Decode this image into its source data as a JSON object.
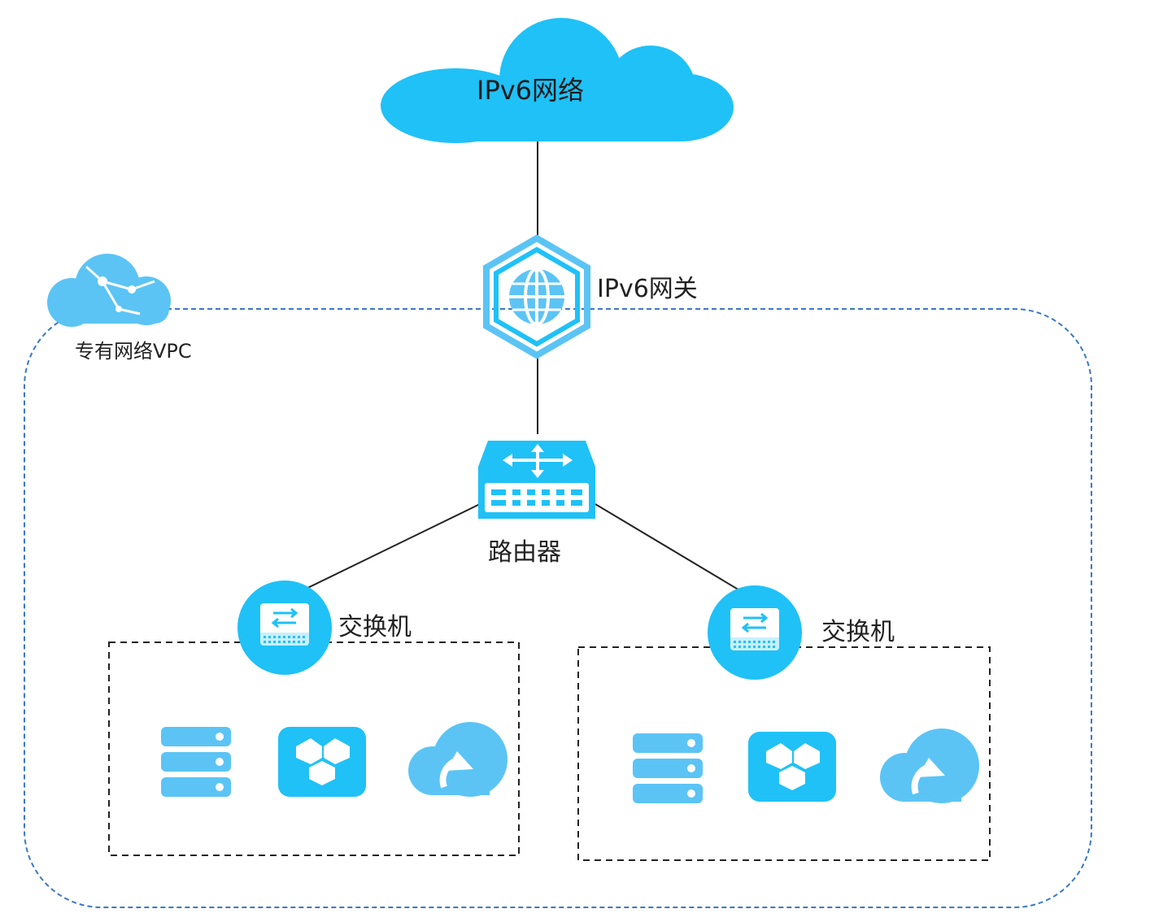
{
  "colors": {
    "brand": "#1fc1f7",
    "icon_light": "#5bc4f5",
    "vpc_border": "#3a78c6",
    "line": "#222222"
  },
  "internet": {
    "label": "IPv6网络",
    "icon": "cloud-icon"
  },
  "gateway": {
    "label": "IPv6网关",
    "icon": "globe-hex-icon"
  },
  "vpc": {
    "label": "专有网络VPC",
    "icon": "vpc-cloud-icon"
  },
  "router": {
    "label": "路由器",
    "icon": "router-icon"
  },
  "switches": [
    {
      "label": "交换机",
      "icon": "switch-icon"
    },
    {
      "label": "交换机",
      "icon": "switch-icon"
    }
  ]
}
